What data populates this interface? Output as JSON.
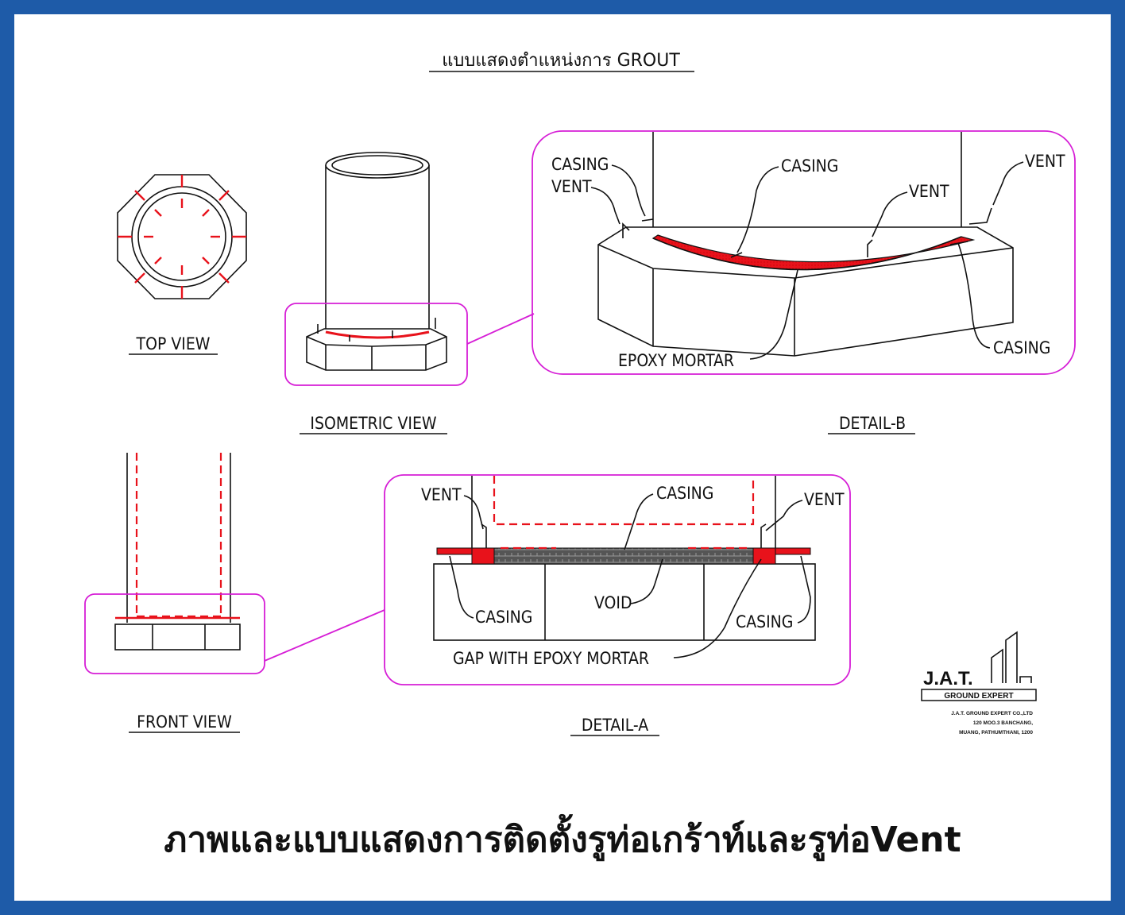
{
  "title": "แบบแสดงตำแหน่งการ GROUT",
  "views": {
    "top": "TOP VIEW",
    "isometric": "ISOMETRIC VIEW",
    "front": "FRONT VIEW",
    "detail_a": "DETAIL-A",
    "detail_b": "DETAIL-B"
  },
  "detail_b_labels": {
    "casing_vent_1": "CASING",
    "casing_vent_2": "VENT",
    "casing_top": "CASING",
    "vent_mid": "VENT",
    "vent_right": "VENT",
    "casing_right": "CASING",
    "epoxy": "EPOXY MORTAR"
  },
  "detail_a_labels": {
    "vent_left": "VENT",
    "casing_top": "CASING",
    "vent_right": "VENT",
    "casing_left": "CASING",
    "void": "VOID",
    "casing_right": "CASING",
    "gap": "GAP WITH EPOXY MORTAR"
  },
  "logo": {
    "name": "J.A.T.",
    "tagline": "GROUND EXPERT",
    "line1": "J.A.T. GROUND EXPERT CO.,LTD",
    "line2": "120 MOO.3 BANCHANG,",
    "line3": "MUANG, PATHUMTHANI, 1200"
  },
  "caption": "ภาพและแบบแสดงการติดตั้งรูท่อเกร้าท์และรูท่อVent",
  "colors": {
    "frame": "#1e5ba8",
    "grout_red": "#e8121b",
    "detail_outline": "#d61ed6"
  }
}
